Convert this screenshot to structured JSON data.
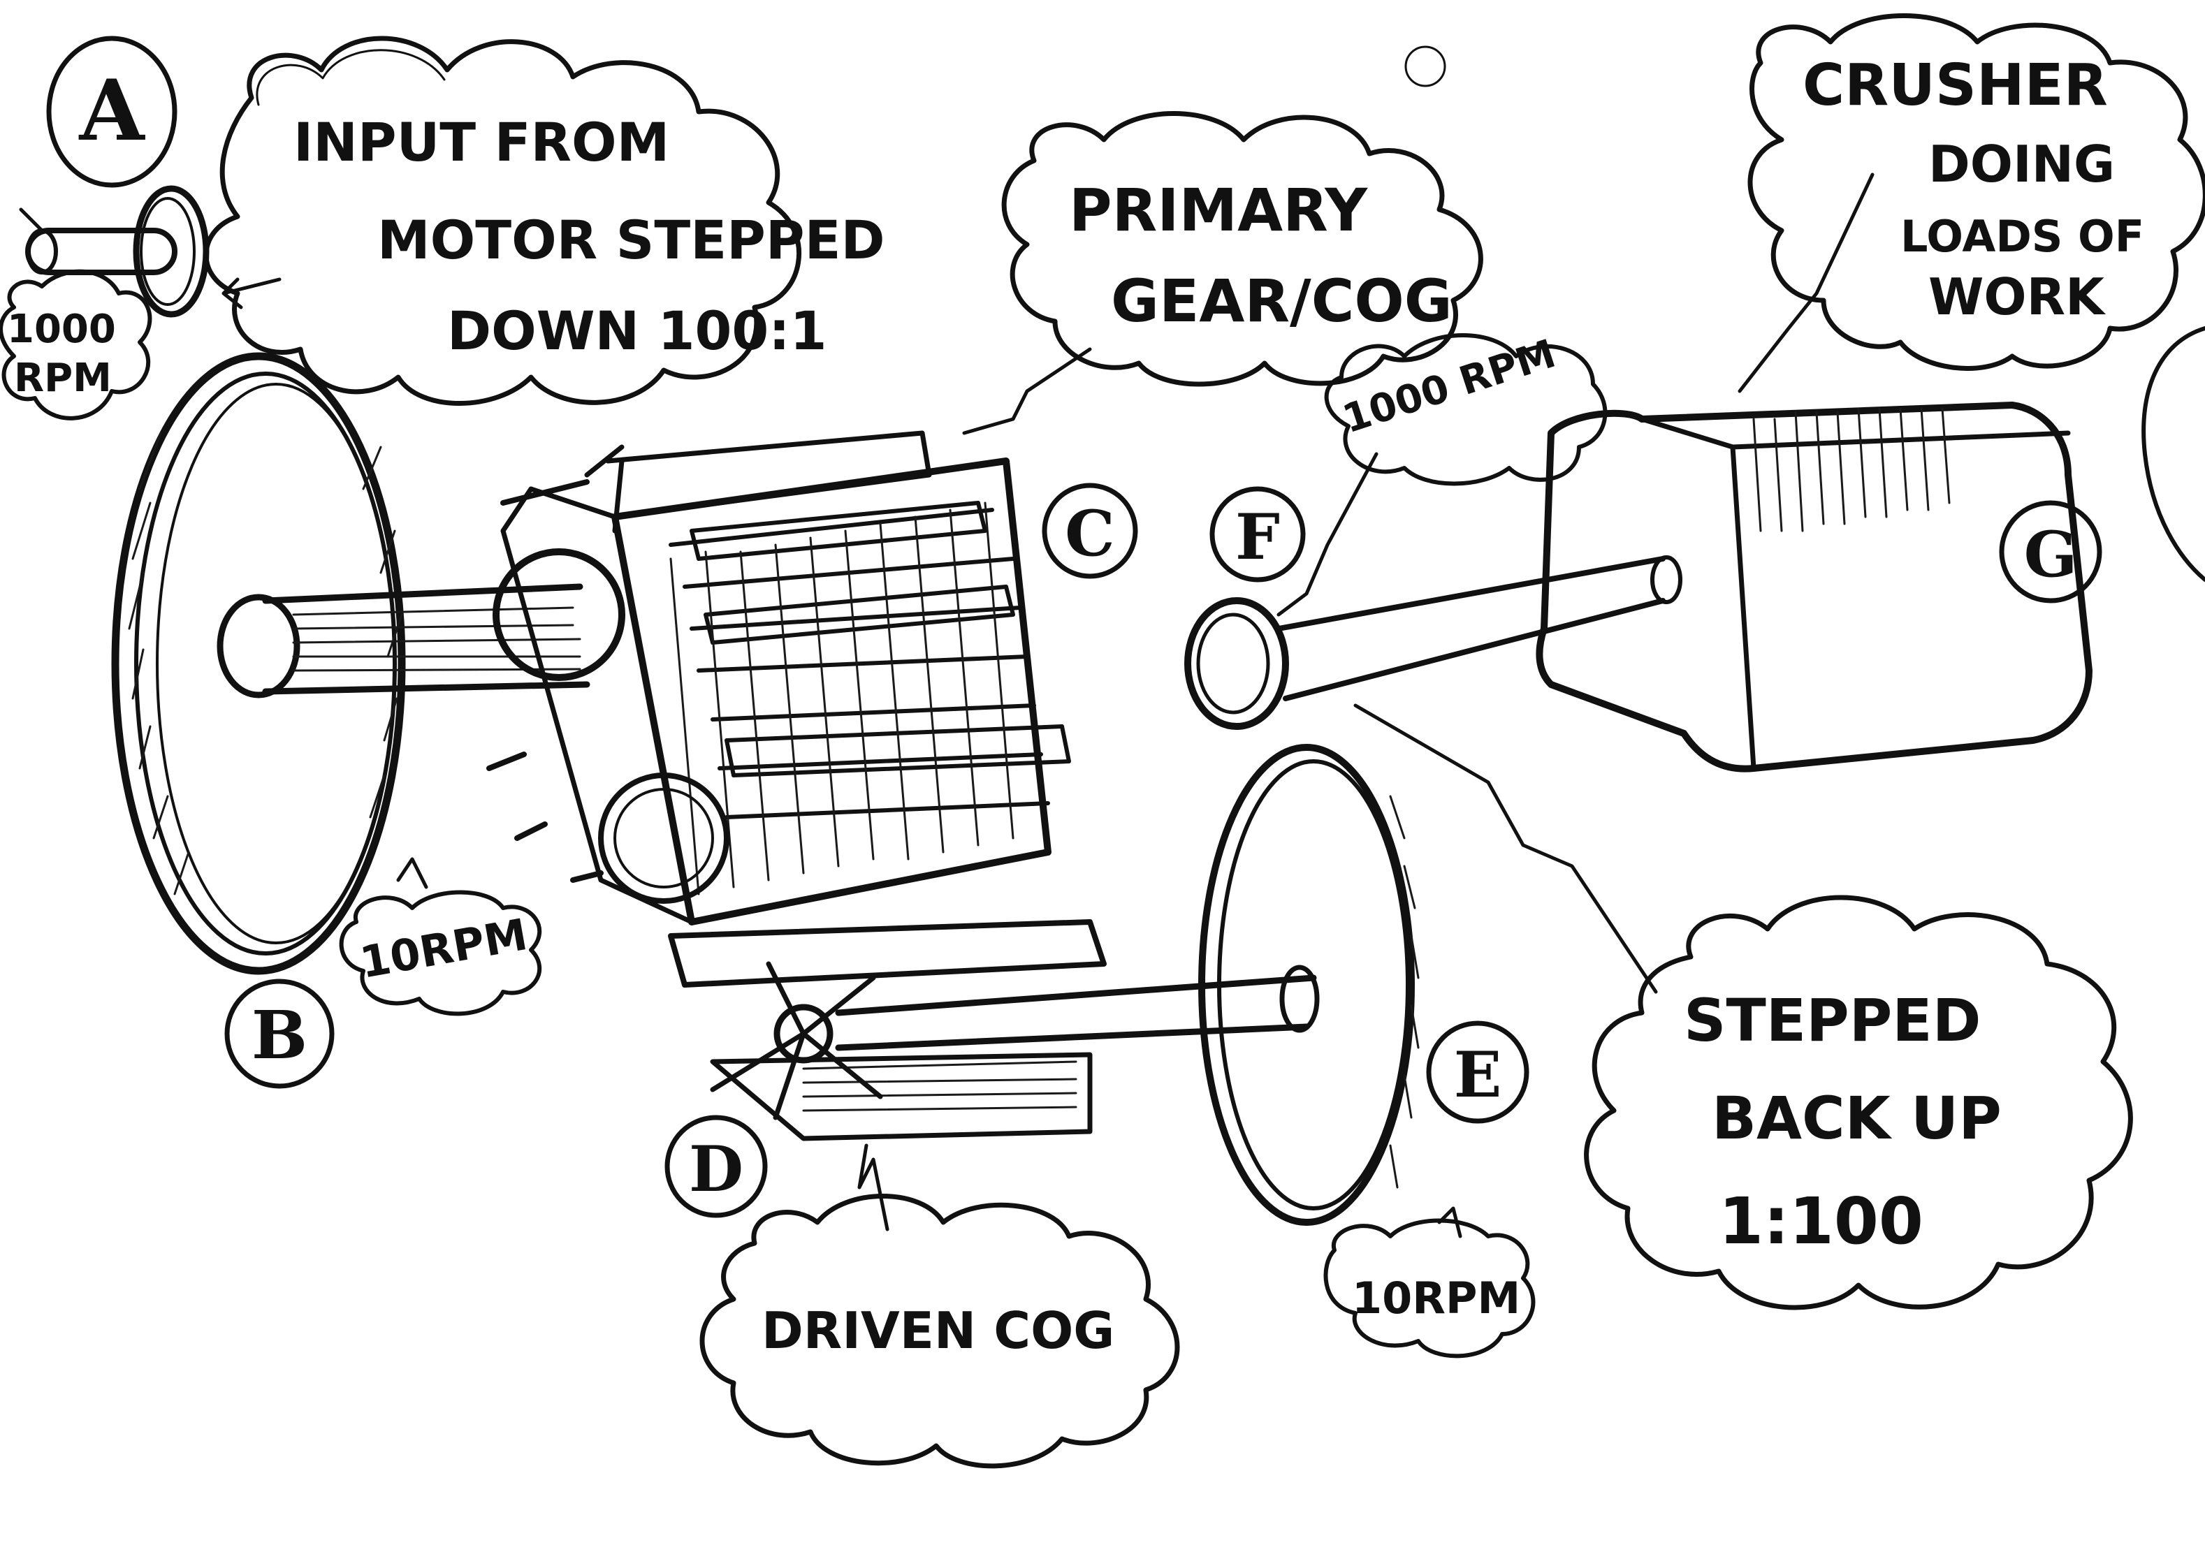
{
  "labels": {
    "a": "A",
    "b": "B",
    "c": "C",
    "d": "D",
    "e": "E",
    "f": "F",
    "g": "G"
  },
  "callouts": {
    "input_line1": "INPUT FROM",
    "input_line2": "MOTOR STEPPED",
    "input_line3": "DOWN 100:1",
    "primary_line1": "PRIMARY",
    "primary_line2": "GEAR/COG",
    "crusher_line1": "CRUSHER",
    "crusher_line2": "DOING",
    "crusher_line3": "LOADS OF",
    "crusher_line4": "WORK",
    "stepped_line1": "STEPPED",
    "stepped_line2": "BACK UP",
    "stepped_line3": "1:100",
    "driven": "DRIVEN COG"
  },
  "speeds": {
    "a_rpm_value": "1000",
    "a_rpm_unit": "RPM",
    "f_rpm": "1000 RPM",
    "b_rpm": "10RPM",
    "e_rpm": "10RPM"
  },
  "colors": {
    "ink": "#111111",
    "paper": "#ffffff"
  }
}
